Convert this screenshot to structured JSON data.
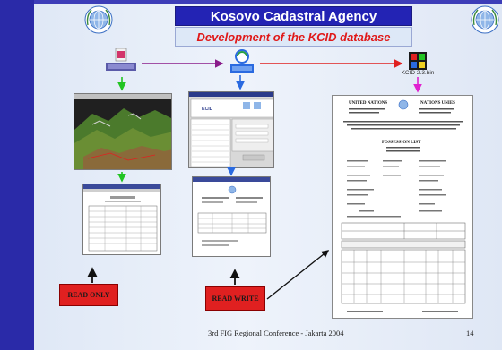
{
  "title": "Kosovo Cadastral Agency",
  "subtitle": "Development of the KCID database",
  "icons": {
    "first_caption": "",
    "second_caption": "",
    "third_caption": "KCID 2.3.bin"
  },
  "badges": {
    "read_only": "READ ONLY",
    "read_write": "READ WRITE"
  },
  "document": {
    "header_left": "UNITED NATIONS",
    "header_right": "NATIONS UNIES",
    "doc_title": "POSSESSION LIST"
  },
  "footer": {
    "text": "3rd FIG Regional Conference - Jakarta 2004",
    "page": "14"
  },
  "colors": {
    "title_bg": "#2323b4",
    "subtitle_text": "#e01818",
    "badge_bg": "#e02020",
    "arrow_green": "#22c422",
    "arrow_purple": "#8a1c8a",
    "arrow_magenta": "#e020d0",
    "arrow_red": "#e02020",
    "arrow_blue": "#2a6ae0"
  }
}
